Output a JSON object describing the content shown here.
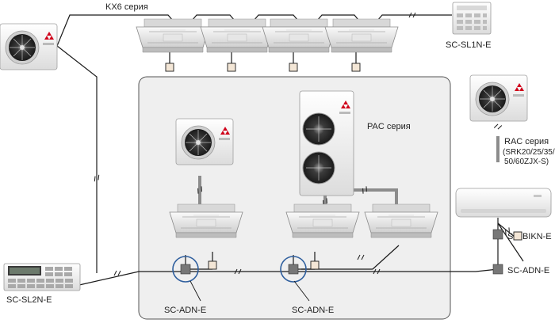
{
  "labels": {
    "kx6_series": "KX6 серия",
    "sc_sl1n": "SC-SL1N-E",
    "pac_series": "PAC серия",
    "rac_series": "RAC серия",
    "rac_models_line1": "(SRK20/25/35/",
    "rac_models_line2": "50/60ZJX-S)",
    "sc_bikn": "SC-BIKN-E",
    "sc_adn_right": "SC-ADN-E",
    "sc_adn_left": "SC-ADN-E",
    "sc_adn_mid": "SC-ADN-E",
    "sc_sl2n": "SC-SL2N-E"
  },
  "colors": {
    "wire": "#1a1a1a",
    "refrigerant_pipe": "#8c8c8c",
    "zone_fill": "#efefef",
    "zone_border": "#555555",
    "highlight_circle": "#2f5f9e",
    "adapter": "#777777",
    "sensor_fill": "#f3e6d6",
    "brand_red": "#d0021b"
  },
  "icons": {
    "outdoor_unit": "outdoor-unit-icon",
    "cassette_unit": "cassette-unit-icon",
    "wall_unit": "wall-unit-icon",
    "controller": "central-controller-icon",
    "adapter": "adapter-box-icon",
    "remote": "remote-control-icon"
  }
}
